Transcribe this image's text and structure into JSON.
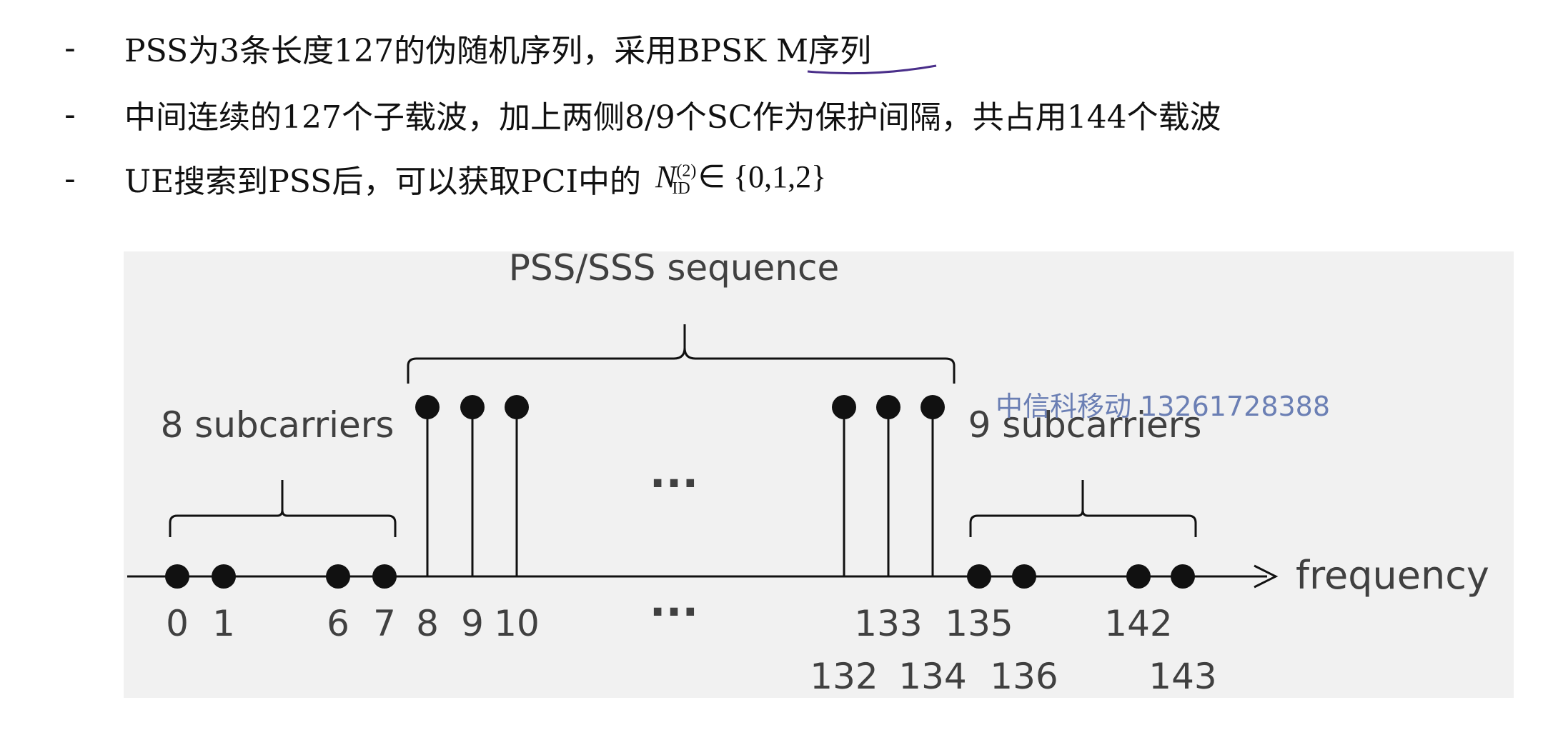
{
  "bullets": [
    {
      "dash": "-",
      "text": "PSS为3条长度127的伪随机序列，采用BPSK M序列"
    },
    {
      "dash": "-",
      "text": "中间连续的127个子载波，加上两侧8/9个SC作为保护间隔，共占用144个载波"
    },
    {
      "dash": "-",
      "text": "UE搜索到PSS后，可以获取PCI中的",
      "math": {
        "symbol": "N",
        "sub": "ID",
        "sup": "(2)",
        "rest": "∈ {0,1,2}"
      }
    }
  ],
  "diagram": {
    "top_label": "PSS/SSS sequence",
    "left_label": "8 subcarriers",
    "right_label": "9 subcarriers",
    "axis_label": "frequency",
    "ellipsis": "···",
    "ticks_row1": [
      "0",
      "1",
      "6",
      "7",
      "8",
      "9",
      "10",
      "133",
      "135",
      "142"
    ],
    "ticks_row2": [
      "132",
      "134",
      "136",
      "143"
    ],
    "line_color": "#000000",
    "background": "#f1f1f1"
  },
  "watermark": "中信科移动 13261728388"
}
